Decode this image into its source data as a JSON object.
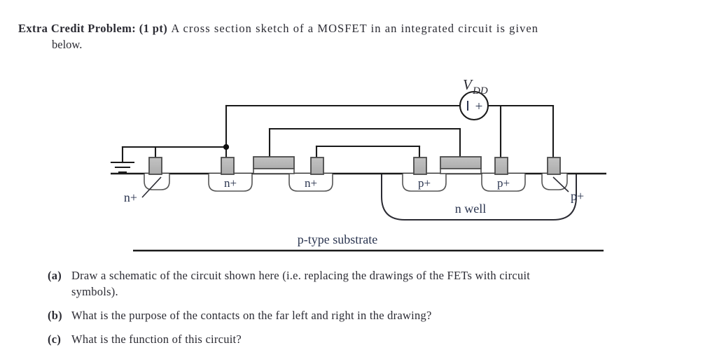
{
  "problem": {
    "lead": "Extra Credit Problem: (1 pt)",
    "statement": "A cross section sketch of a MOSFET in an integrated circuit is given",
    "statement_line2": "below."
  },
  "figure": {
    "supply_label": "V",
    "supply_label_sub": "DD",
    "supply_polarity": "+",
    "substrate_label": "p-type substrate",
    "well_label": "n well",
    "ground_label": "",
    "diffusions": [
      {
        "label": "n+",
        "type": "nmos-body-tap",
        "external": true
      },
      {
        "label": "n+",
        "type": "nmos-source"
      },
      {
        "label": "n+",
        "type": "nmos-drain"
      },
      {
        "label": "p+",
        "type": "pmos-drain"
      },
      {
        "label": "p+",
        "type": "pmos-source"
      },
      {
        "label": "p+",
        "type": "nwell-tap",
        "external": true
      }
    ],
    "gates": [
      {
        "name": "nmos-gate"
      },
      {
        "name": "pmos-gate"
      }
    ],
    "contacts": 6
  },
  "questions": [
    {
      "label": "(a)",
      "text": "Draw a schematic of the circuit shown here (i.e. replacing the drawings of the FETs with circuit",
      "text2": "symbols)."
    },
    {
      "label": "(b)",
      "text": "What is the purpose of the contacts on the far left and right in the drawing?",
      "text2": ""
    },
    {
      "label": "(c)",
      "text": "What is the function of this circuit?",
      "text2": ""
    }
  ],
  "colors": {
    "ink": "#2b2b33",
    "line": "#1a1a1a",
    "metal_fill": "#b5b5b5",
    "metal_stroke": "#4a4a4a",
    "diffusion_stroke": "#555555"
  }
}
